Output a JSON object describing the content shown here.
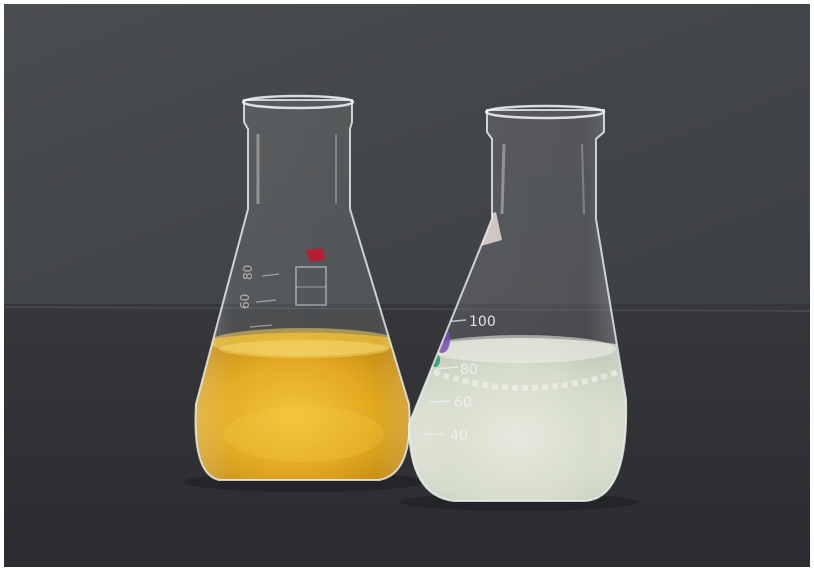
{
  "photo": {
    "colors": {
      "wall": "#45484b",
      "table": "#2e3033",
      "amber_liquid": "#e0a410",
      "clear_liquid": "#d6dccb",
      "glass": "#e9eef1"
    },
    "left_flask": {
      "graduations": [
        "80",
        "60"
      ]
    },
    "right_flask": {
      "graduations": [
        "100",
        "80",
        "60",
        "40"
      ]
    }
  }
}
